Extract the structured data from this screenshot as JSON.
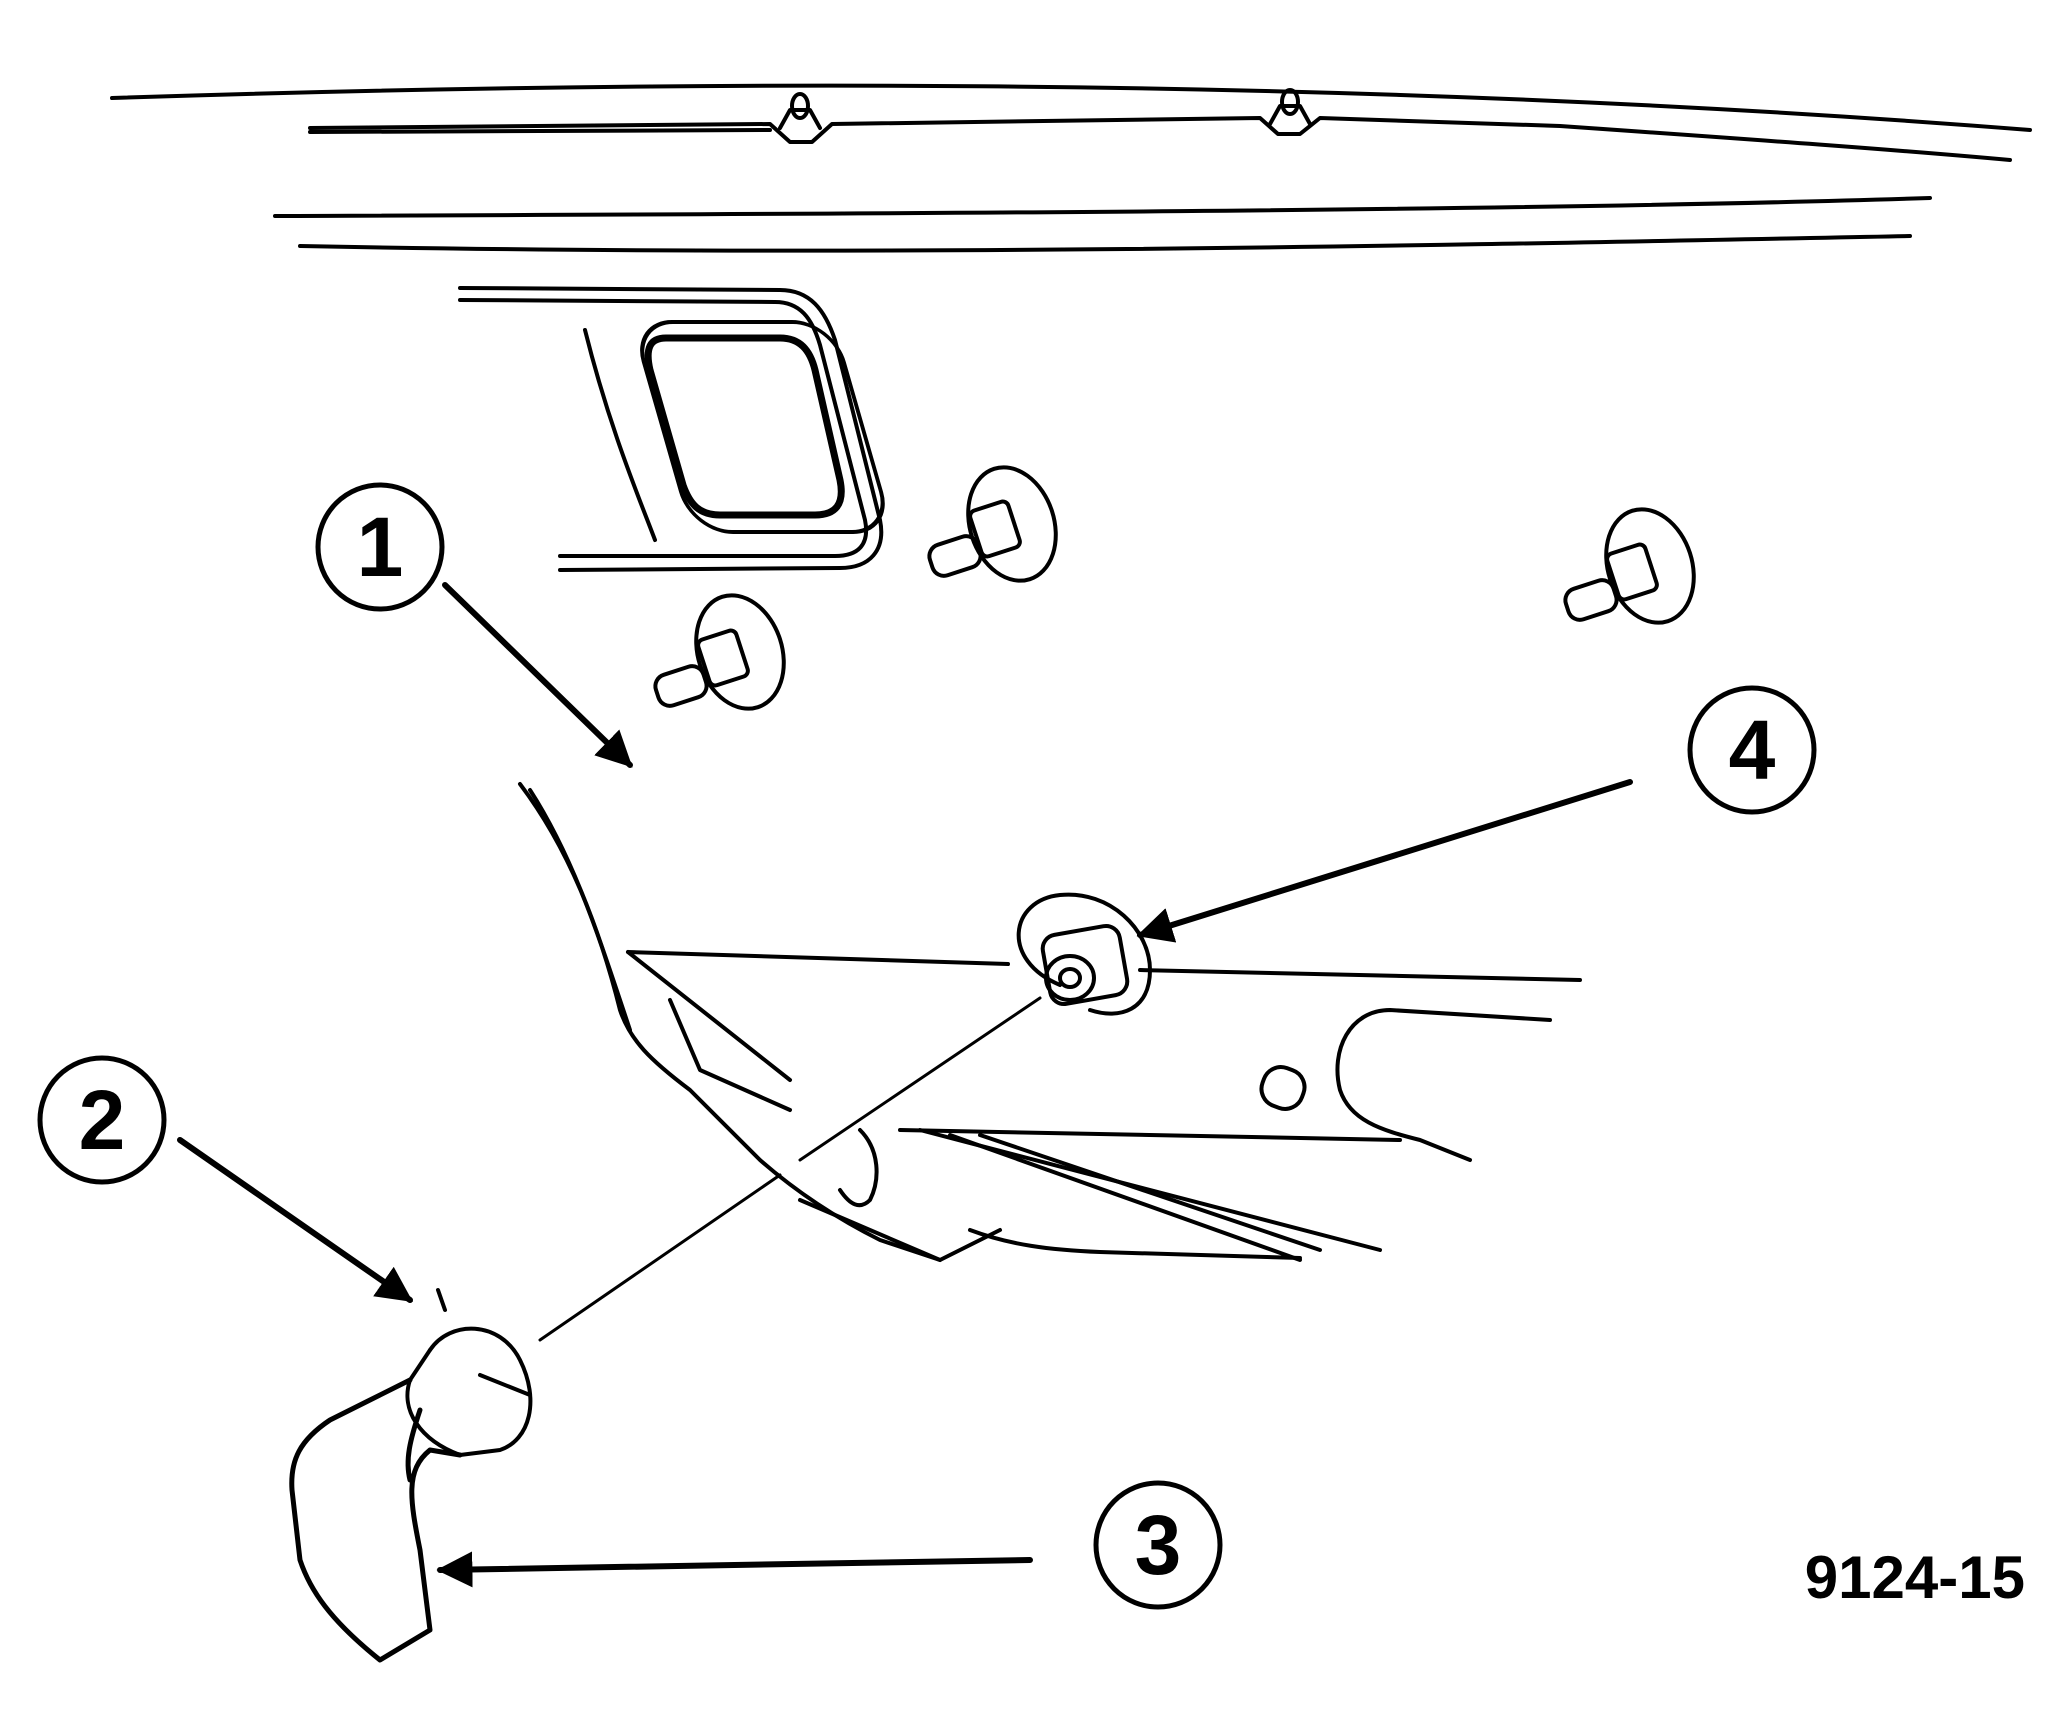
{
  "callouts": [
    {
      "id": "1",
      "label": "1"
    },
    {
      "id": "2",
      "label": "2"
    },
    {
      "id": "3",
      "label": "3"
    },
    {
      "id": "4",
      "label": "4"
    }
  ],
  "figure_id": "9124-15"
}
